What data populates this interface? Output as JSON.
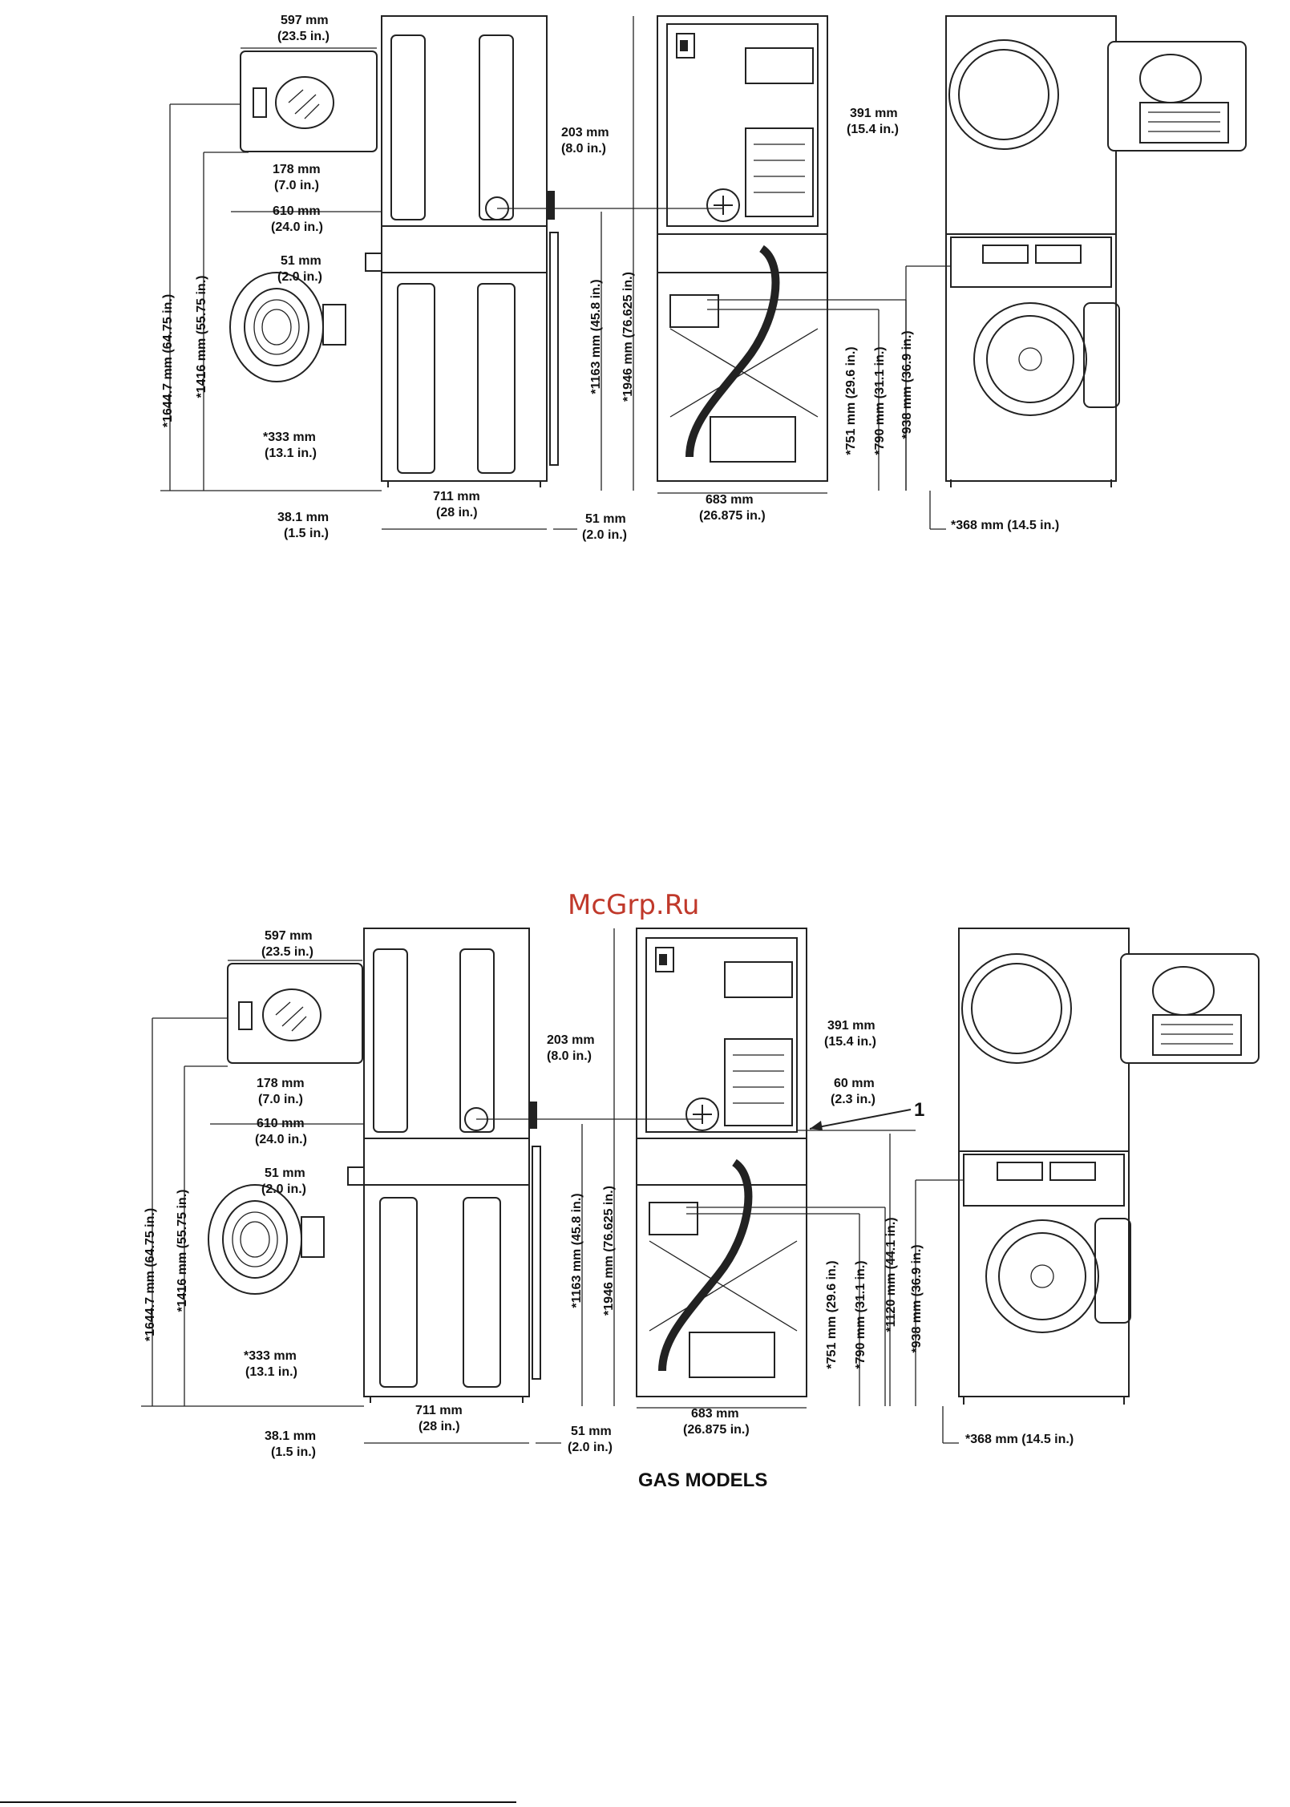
{
  "watermark": "McGrp.Ru",
  "callout": "1",
  "caption": "GAS MODELS",
  "dims": {
    "w597": "597 mm",
    "w597_in": "(23.5 in.)",
    "h1644": "*1644.7 mm (64.75 in.)",
    "h1416": "*1416 mm (55.75 in.)",
    "d178": "178 mm",
    "d178_in": "(7.0 in.)",
    "d610": "610 mm",
    "d610_in": "(24.0 in.)",
    "d51a": "51 mm",
    "d51a_in": "(2.0 in.)",
    "d333": "*333 mm",
    "d333_in": "(13.1 in.)",
    "d38": "38.1 mm",
    "d38_in": "(1.5 in.)",
    "d711": "711 mm",
    "d711_in": "(28 in.)",
    "d51b": "51 mm",
    "d51b_in": "(2.0 in.)",
    "d203": "203 mm",
    "d203_in": "(8.0 in.)",
    "h1163": "*1163 mm (45.8 in.)",
    "h1946": "*1946 mm (76.625 in.)",
    "d391": "391 mm",
    "d391_in": "(15.4 in.)",
    "d60": "60 mm",
    "d60_in": "(2.3 in.)",
    "d683": "683 mm",
    "d683_in": "(26.875 in.)",
    "h751": "*751 mm (29.6 in.)",
    "h790": "*790 mm (31.1 in.)",
    "h1120": "*1120 mm (44.1 in.)",
    "h938": "*938 mm (36.9 in.)",
    "d368": "*368 mm (14.5 in.)"
  }
}
